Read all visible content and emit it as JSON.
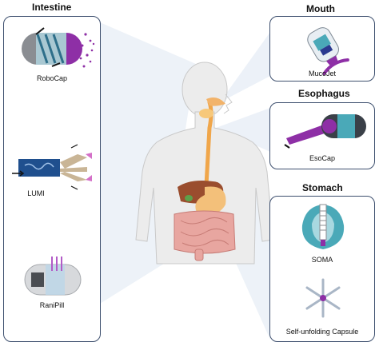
{
  "sections": {
    "intestine": "Intestine",
    "mouth": "Mouth",
    "esophagus": "Esophagus",
    "stomach": "Stomach"
  },
  "devices": {
    "robocap": "RoboCap",
    "lumi": "LUMI",
    "ranipill": "RaniPill",
    "mucojet": "MucoJet",
    "esocap": "EsoCap",
    "soma": "SOMA",
    "self_unfolding": "Self-unfolding Capsule"
  },
  "colors": {
    "panel_border": "#3d4f6e",
    "capsule_purple": "#8e2fa6",
    "capsule_teal": "#4aa9b8",
    "lumi_blue": "#1f4f8e",
    "esophagus_orange": "#f0a64a",
    "liver_brown": "#9a4d2e",
    "intestine_pink": "#e8a6a0"
  }
}
